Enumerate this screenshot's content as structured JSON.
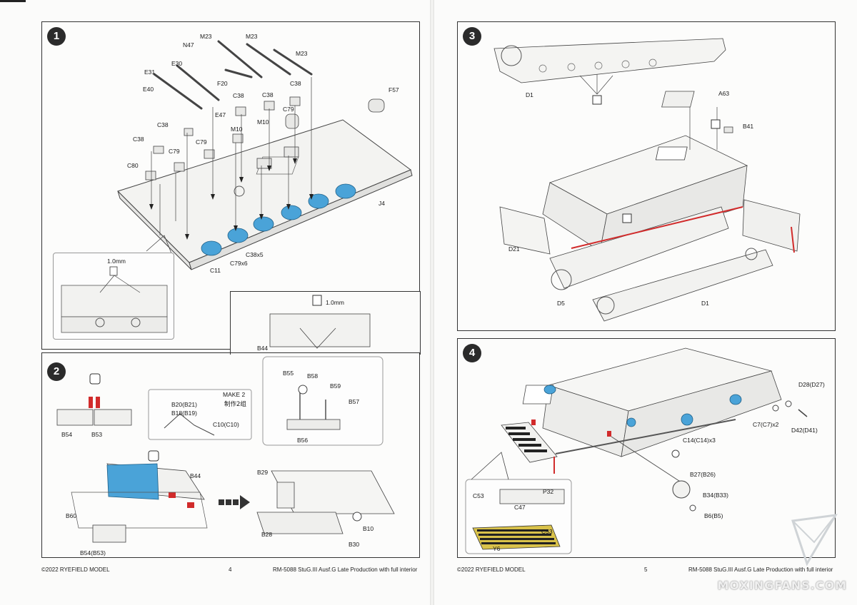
{
  "pages": [
    {
      "number": "4",
      "copyright": "©2022 RYEFIELD MODEL",
      "product": "RM-5088 StuG.III Ausf.G Late Production with full interior"
    },
    {
      "number": "5",
      "copyright": "©2022 RYEFIELD MODEL",
      "product": "RM-5088 StuG.III Ausf.G Late Production with full interior"
    }
  ],
  "steps": [
    {
      "number": "1",
      "parts": [
        "M23",
        "M23",
        "M23",
        "N47",
        "E30",
        "E31",
        "F20",
        "E40",
        "C38",
        "C38",
        "C38",
        "E47",
        "C79",
        "C38",
        "M10",
        "M10",
        "C79",
        "C79",
        "C38",
        "C80",
        "F57",
        "J4",
        "C38x5",
        "C79x6",
        "C11"
      ],
      "inset": {
        "measure": "1.0mm"
      }
    },
    {
      "number": "2",
      "parts": [
        "B54",
        "B53",
        "B20(B21)",
        "B18(B19)",
        "C10(C10)",
        "B55",
        "B58",
        "B59",
        "B57",
        "B56",
        "B44",
        "B44",
        "B60",
        "B54(B53)",
        "B29",
        "B28",
        "B10",
        "B30"
      ],
      "make": "MAKE 2",
      "make_cn": "制作2组",
      "measure": "1.0mm"
    },
    {
      "number": "3",
      "parts": [
        "D1",
        "A63",
        "B41",
        "D21",
        "D5",
        "D1"
      ]
    },
    {
      "number": "4",
      "parts": [
        "D28(D27)",
        "C7(C7)x2",
        "D42(D41)",
        "C14(C14)x3",
        "B27(B26)",
        "B34(B33)",
        "B6(B5)",
        "C53",
        "P32",
        "C47",
        "C53",
        "Y6"
      ]
    }
  ],
  "watermark": "MOXINGFANS.COM",
  "colors": {
    "highlight": "#4aa3d8",
    "accent_red": "#d12b2b",
    "frame": "#333333"
  }
}
